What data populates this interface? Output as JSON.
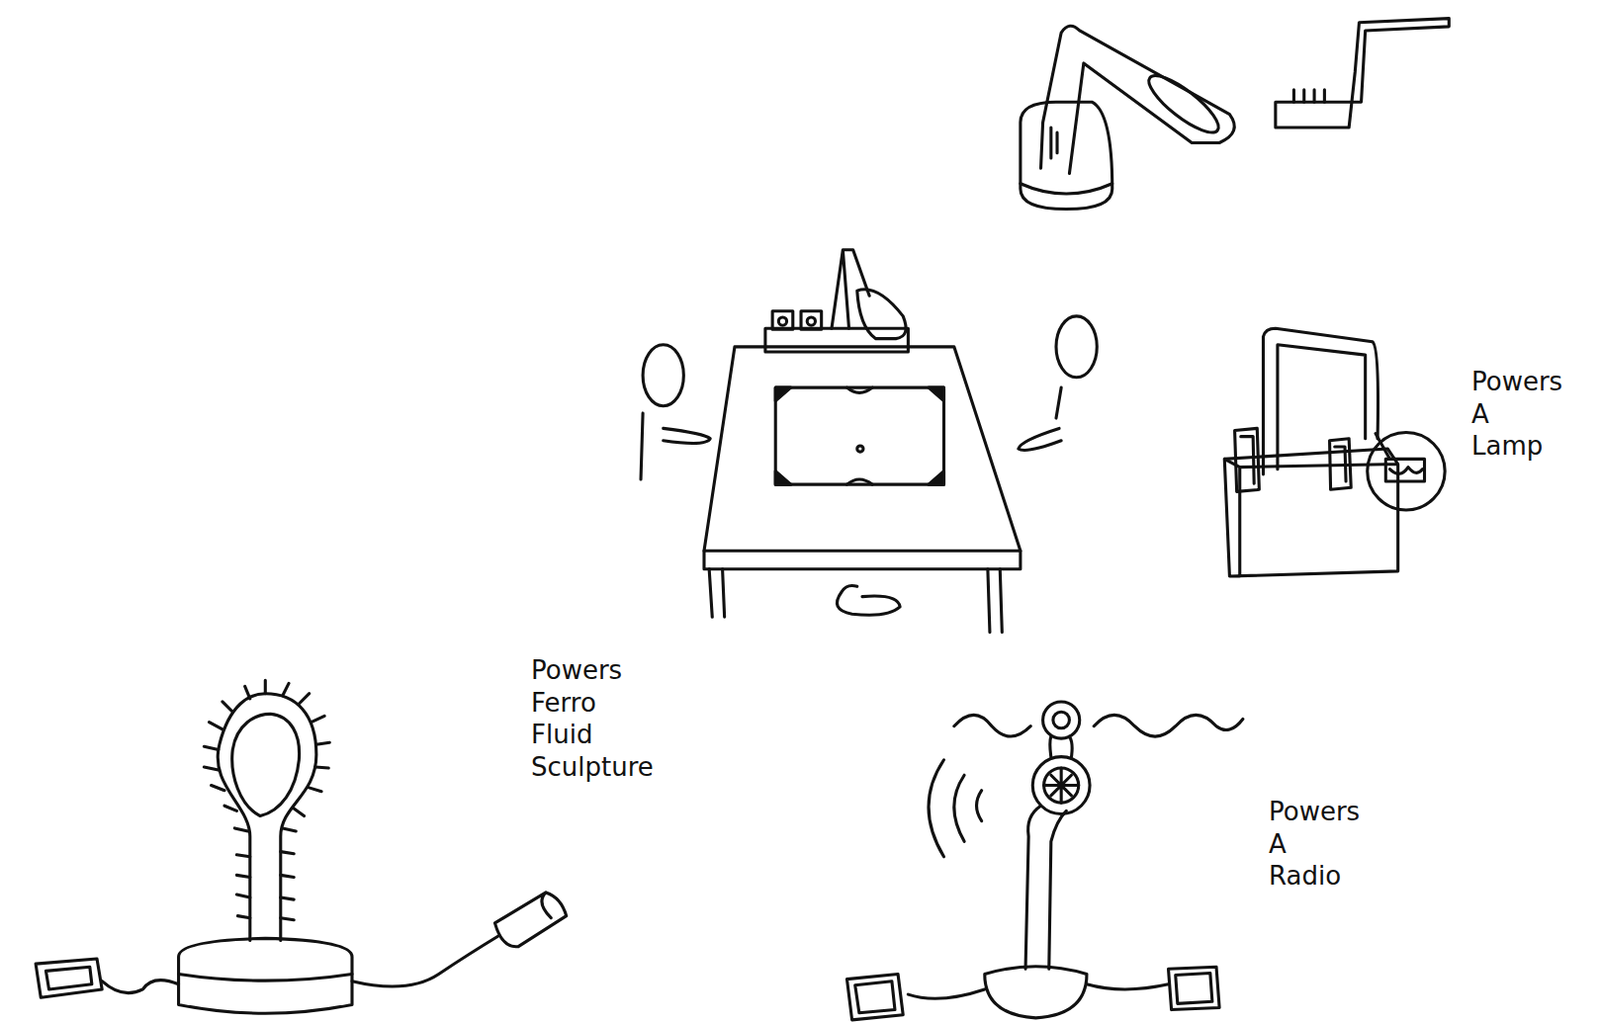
{
  "diagram": {
    "labels": [
      "Powers A Lamp",
      "Powers Ferro Fluid Sculpture",
      "Powers A Radio"
    ]
  }
}
